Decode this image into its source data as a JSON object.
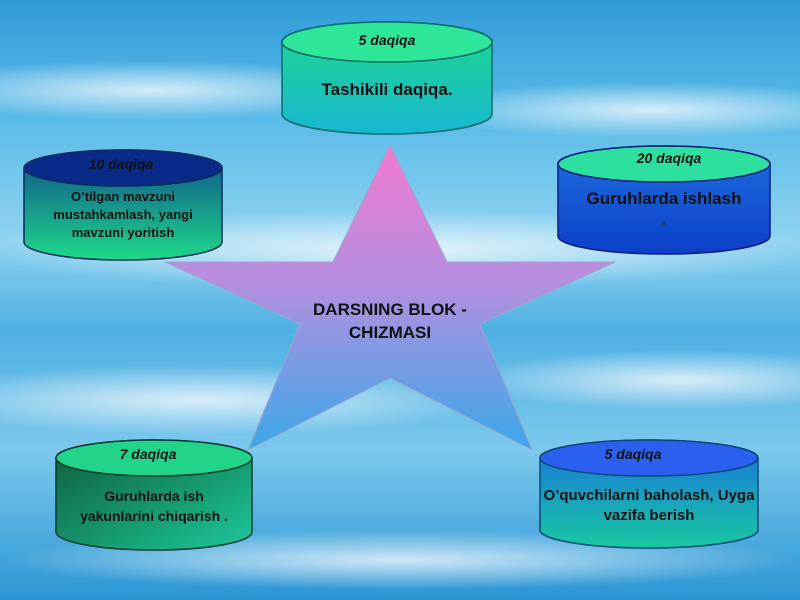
{
  "diagram": {
    "title": "DARSNING BLOK - CHIZMASI",
    "blocks": [
      {
        "id": "top",
        "time": "5 daqiqa",
        "task": "Tashikili daqiqa."
      },
      {
        "id": "right",
        "time": "20 daqiqa",
        "task": "Guruhlarda ishlash ."
      },
      {
        "id": "bottom-right",
        "time": "5 daqiqa",
        "task": "O’quvchilarni baholash, Uyga vazifa berish"
      },
      {
        "id": "bottom-left",
        "time": "7 daqiqa",
        "task": "Guruhlarda ish yakunlarini chiqarish ."
      },
      {
        "id": "left",
        "time": "10 daqiqa",
        "task": "O’tilgan mavzuni mustahkamlash, yangi mavzuni yoritish"
      }
    ]
  },
  "colors": {
    "star_top": "#f07ad0",
    "star_bottom": "#3aa8e8",
    "sky_top": "#3aa2dc",
    "sky_bottom": "#1f8fd0"
  }
}
